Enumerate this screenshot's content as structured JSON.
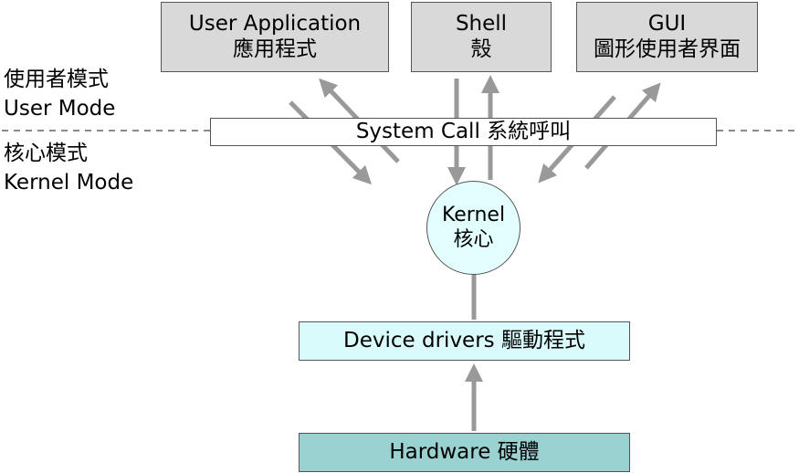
{
  "user_mode_label": {
    "zh": "使用者模式",
    "en": "User Mode"
  },
  "kernel_mode_label": {
    "zh": "核心模式",
    "en": "Kernel Mode"
  },
  "user_application": {
    "en": "User Application",
    "zh": "應用程式"
  },
  "shell": {
    "en": "Shell",
    "zh": "殼"
  },
  "gui": {
    "en": "GUI",
    "zh": "圖形使用者界面"
  },
  "system_call": {
    "text": "System Call 系統呼叫"
  },
  "kernel": {
    "en": "Kernel",
    "zh": "核心"
  },
  "device_drivers": {
    "text": "Device drivers 驅動程式"
  },
  "hardware": {
    "text": "Hardware 硬體"
  },
  "colors": {
    "arrow": "#999999",
    "box_gray": "#d9d9d9",
    "driver_fill": "#d9fbfb",
    "hardware_fill": "#99d2d0",
    "kernel_fill": "#e3fefe"
  }
}
